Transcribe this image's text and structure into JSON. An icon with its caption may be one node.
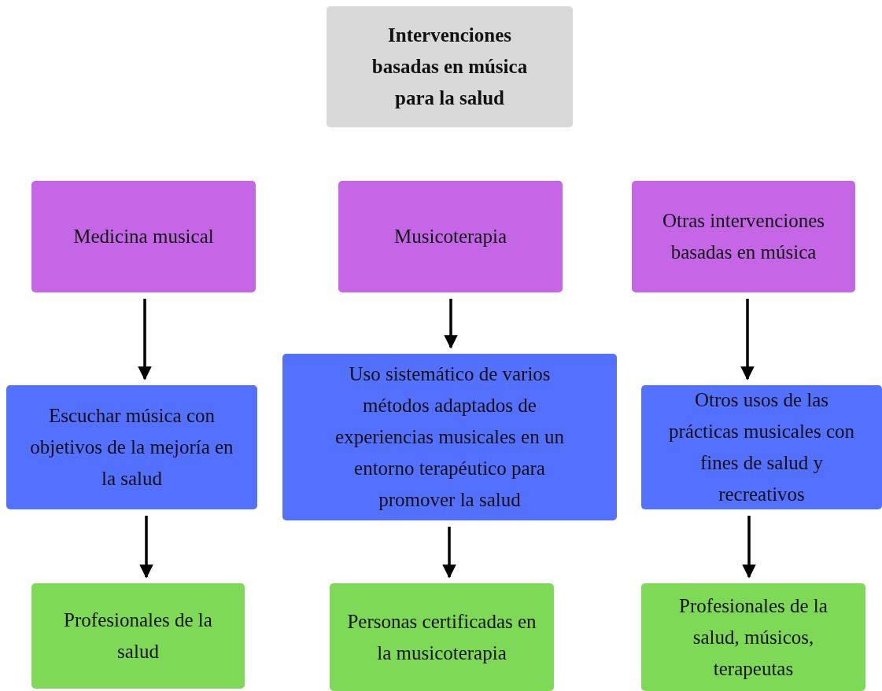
{
  "diagram": {
    "nodes": [
      {
        "text": [
          "Intervenciones basadas en música para la salud"
        ]
      },
      {
        "text": [
          "Medicina musical"
        ]
      },
      {
        "text": [
          "Musicoterapia"
        ]
      },
      {
        "text": [
          "Otras intervenciones basadas en música"
        ]
      },
      {
        "text": [
          "Escuchar música con objetivos de la mejoría en la salud"
        ]
      },
      {
        "text": [
          "Uso sistemático de varios métodos adaptados de experiencias musicales en un entorno terapéutico para promover la salud"
        ]
      },
      {
        "text": [
          "Otros usos de las prácticas musicales con fines de salud y recreativos"
        ]
      },
      {
        "text": [
          "Profesionales de la salud"
        ]
      },
      {
        "text": [
          "Personas certificadas en la musicoterapia"
        ]
      },
      {
        "text": [
          "Profesionales de la salud, músicos, terapeutas"
        ]
      }
    ],
    "edges": [
      {
        "from": 1,
        "to": 4,
        "arrow": "to"
      },
      {
        "from": 2,
        "to": 5,
        "arrow": "to"
      },
      {
        "from": 3,
        "to": 6,
        "arrow": "to"
      },
      {
        "from": 4,
        "to": 7,
        "arrow": "to"
      },
      {
        "from": 5,
        "to": 8,
        "arrow": "to"
      },
      {
        "from": 6,
        "to": 9,
        "arrow": "to"
      }
    ]
  }
}
